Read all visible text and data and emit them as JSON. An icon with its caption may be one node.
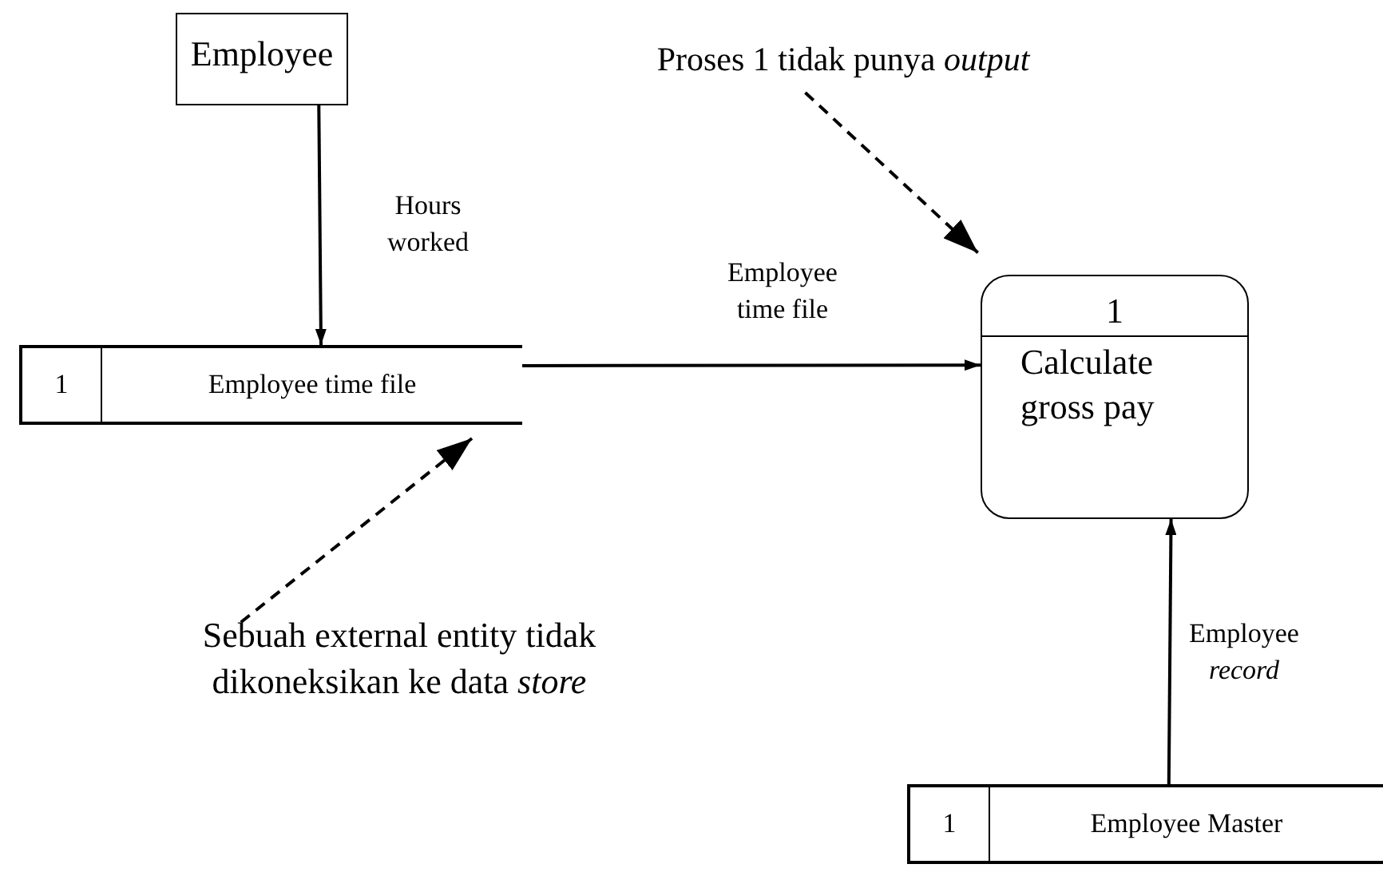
{
  "diagram": {
    "nodes": [
      {
        "text": [
          "Employee"
        ]
      },
      {
        "text": [
          "1",
          "Employee time file"
        ]
      },
      {
        "text": [
          "1",
          "Calculate gross pay"
        ]
      },
      {
        "text": [
          "1",
          "Employee Master"
        ]
      },
      {
        "text": [
          "Proses 1 tidak punya *output*"
        ]
      },
      {
        "text": [
          "Sebuah external entity tidak dikoneksikan ke data *store*"
        ]
      }
    ],
    "edges": [
      {
        "from": 0,
        "to": 1,
        "arrow": "to",
        "label": "Hours worked"
      },
      {
        "from": 1,
        "to": 2,
        "arrow": "to",
        "label": "Employee time file"
      },
      {
        "from": 3,
        "to": 2,
        "arrow": "to",
        "label": "Employee *record*"
      },
      {
        "from": 4,
        "to": 2,
        "arrow": "to",
        "style": "dashed"
      },
      {
        "from": 5,
        "to": 1,
        "arrow": "to",
        "style": "dashed"
      }
    ]
  }
}
